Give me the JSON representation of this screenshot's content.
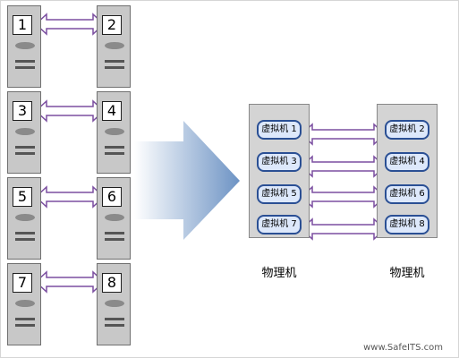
{
  "left_servers": [
    "1",
    "2",
    "3",
    "4",
    "5",
    "6",
    "7",
    "8"
  ],
  "right_machines": {
    "left": {
      "label": "物理机",
      "vms": [
        "虚拟机 1",
        "虚拟机 3",
        "虚拟机 5",
        "虚拟机 7"
      ]
    },
    "right": {
      "label": "物理机",
      "vms": [
        "虚拟机 2",
        "虚拟机 4",
        "虚拟机 6",
        "虚拟机 8"
      ]
    }
  },
  "watermark": "www.SafeITS.com",
  "colors": {
    "arrow_outline": "#7b4fa0",
    "big_arrow": "#6d93c4",
    "vm_border": "#2a4f94",
    "vm_fill": "#dde8fb",
    "server_body": "#c8c8c8"
  }
}
